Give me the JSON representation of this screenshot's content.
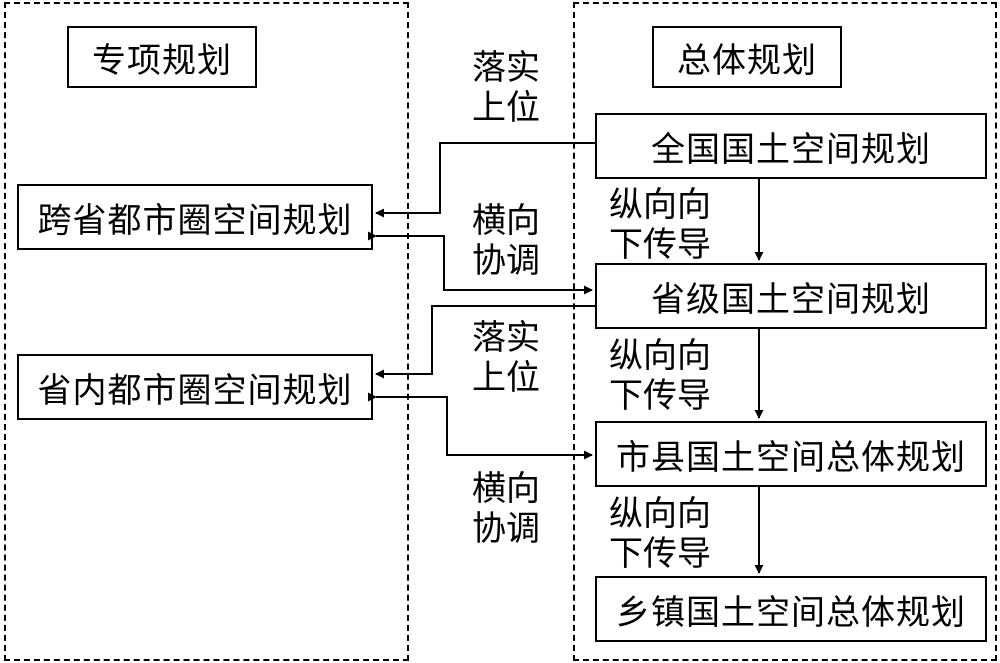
{
  "left_group": {
    "title": "专项规划"
  },
  "right_group": {
    "title": "总体规划"
  },
  "special_plans": [
    {
      "label": "跨省都市圈空间规划"
    },
    {
      "label": "省内都市圈空间规划"
    }
  ],
  "master_plans": [
    {
      "label": "全国国土空间规划"
    },
    {
      "label": "省级国土空间规划"
    },
    {
      "label": "市县国土空间总体规划"
    },
    {
      "label": "乡镇国土空间总体规划"
    }
  ],
  "flow_labels": {
    "implement_upper": [
      "落实",
      "上位"
    ],
    "horizontal_coordination": [
      "横向",
      "协调"
    ],
    "vertical_transmission": [
      "纵向向",
      "下传导"
    ]
  }
}
